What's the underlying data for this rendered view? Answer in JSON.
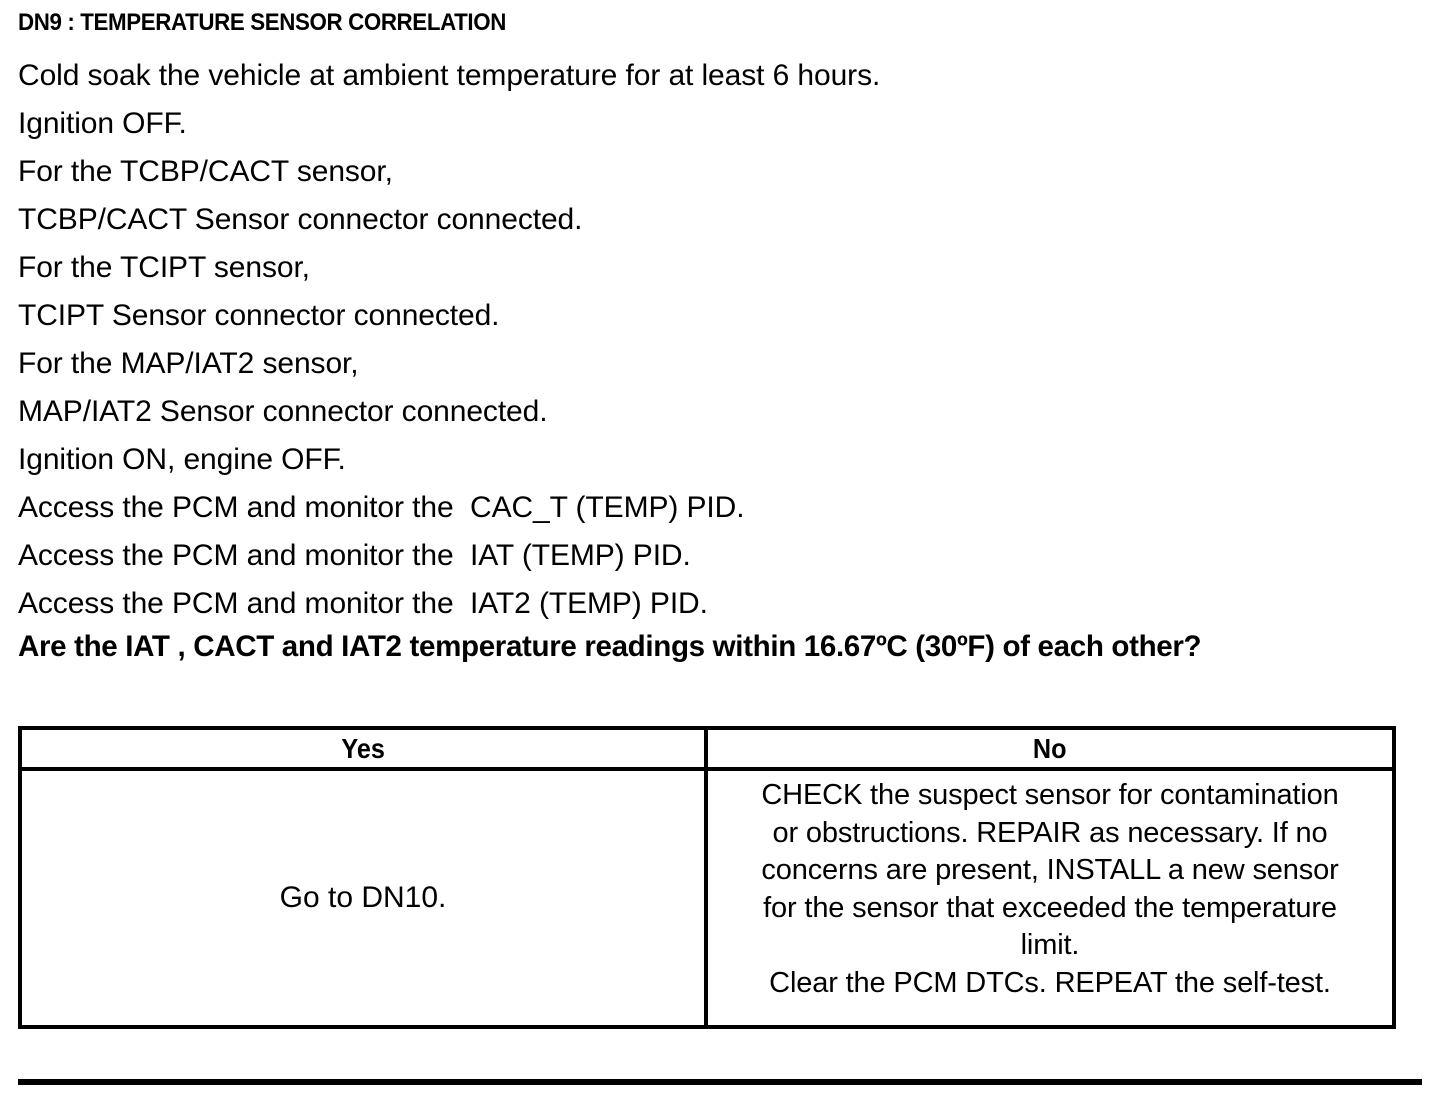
{
  "document": {
    "title": "DN9 : TEMPERATURE SENSOR CORRELATION",
    "steps": [
      "Cold soak the vehicle at ambient temperature for at least 6 hours.",
      "Ignition OFF.",
      "For the TCBP/CACT sensor,",
      "TCBP/CACT Sensor connector connected.",
      "For the TCIPT sensor,",
      "TCIPT Sensor connector connected.",
      "For the MAP/IAT2 sensor,",
      "MAP/IAT2 Sensor connector connected.",
      "Ignition ON, engine OFF.",
      "Access the PCM and monitor the  CAC_T (TEMP) PID.",
      "Access the PCM and monitor the  IAT (TEMP) PID.",
      "Access the PCM and monitor the  IAT2 (TEMP) PID."
    ],
    "question": "Are the IAT , CACT and IAT2 temperature readings within 16.67ºC (30ºF) of each other?"
  },
  "decision_table": {
    "headers": {
      "yes": "Yes",
      "no": "No"
    },
    "yes_action": "Go to DN10.",
    "no_action_lines": [
      "CHECK the suspect sensor for contamination",
      "or obstructions. REPAIR as necessary. If no",
      "concerns are present, INSTALL a new sensor",
      "for the sensor that exceeded the temperature",
      "limit.",
      "Clear the PCM DTCs. REPEAT the self-test."
    ]
  }
}
